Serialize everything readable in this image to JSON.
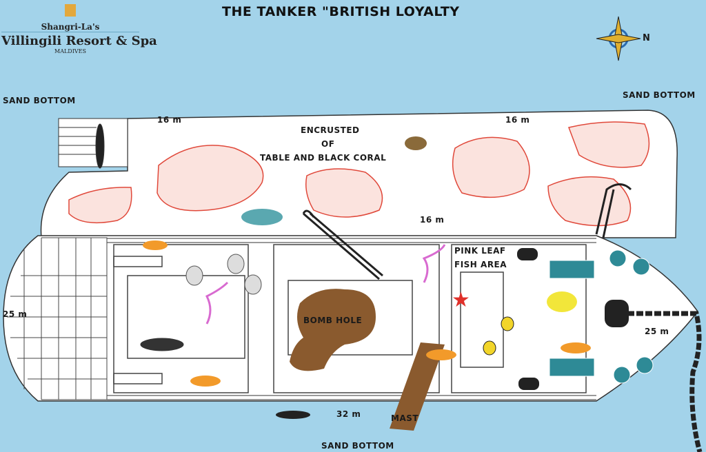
{
  "title": "THE TANKER \"BRITISH LOYALTY",
  "logo": {
    "line1": "Shangri-La's",
    "line2": "Villingili Resort & Spa",
    "line3": "MALDIVES"
  },
  "compass": {
    "north_label": "N"
  },
  "labels": {
    "sand_bottom_left": "SAND BOTTOM",
    "sand_bottom_right": "SAND BOTTOM",
    "sand_bottom_bottom": "SAND BOTTOM",
    "depth_top_left": "16 m",
    "depth_top_right": "16 m",
    "depth_mid": "16 m",
    "depth_stern": "25 m",
    "depth_bow": "25 m",
    "depth_bottom": "32 m",
    "encrusted_1": "ENCRUSTED",
    "encrusted_2": "OF",
    "encrusted_3": "TABLE AND BLACK CORAL",
    "pink_leaf_1": "PINK LEAF",
    "pink_leaf_2": "FISH AREA",
    "bomb_hole": "BOMB HOLE",
    "mast": "MAST"
  },
  "colors": {
    "water": "#a3d3ea",
    "hull": "#ffffff",
    "coral": "#e0483a",
    "bomb_hole": "#8a5a2e",
    "teal": "#2e8a96"
  }
}
